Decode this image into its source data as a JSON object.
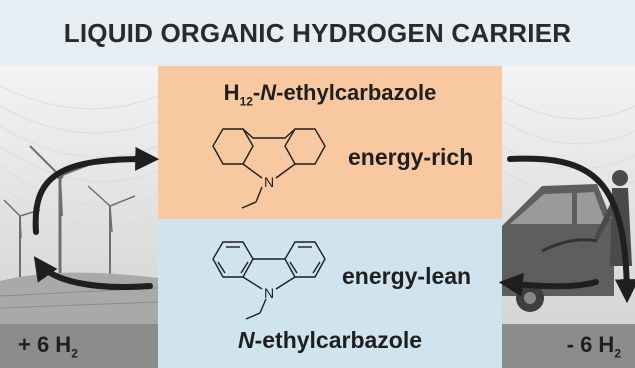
{
  "title": "LIQUID ORGANIC HYDROGEN CARRIER",
  "rich": {
    "name_prefix": "H",
    "name_sub": "12",
    "name_dash": "-",
    "name_italic": "N",
    "name_suffix": "-ethylcarbazole",
    "energy": "energy-rich"
  },
  "lean": {
    "name_italic": "N",
    "name_suffix": "-ethylcarbazole",
    "energy": "energy-lean"
  },
  "left": {
    "label": "+ 6 H",
    "sub": "2"
  },
  "right": {
    "label": "- 6 H",
    "sub": "2"
  },
  "colors": {
    "rich_panel": "#f8c9a0",
    "lean_panel": "#cfe4ee",
    "background": "#e6eef4",
    "arrow": "#1f1f1f"
  }
}
